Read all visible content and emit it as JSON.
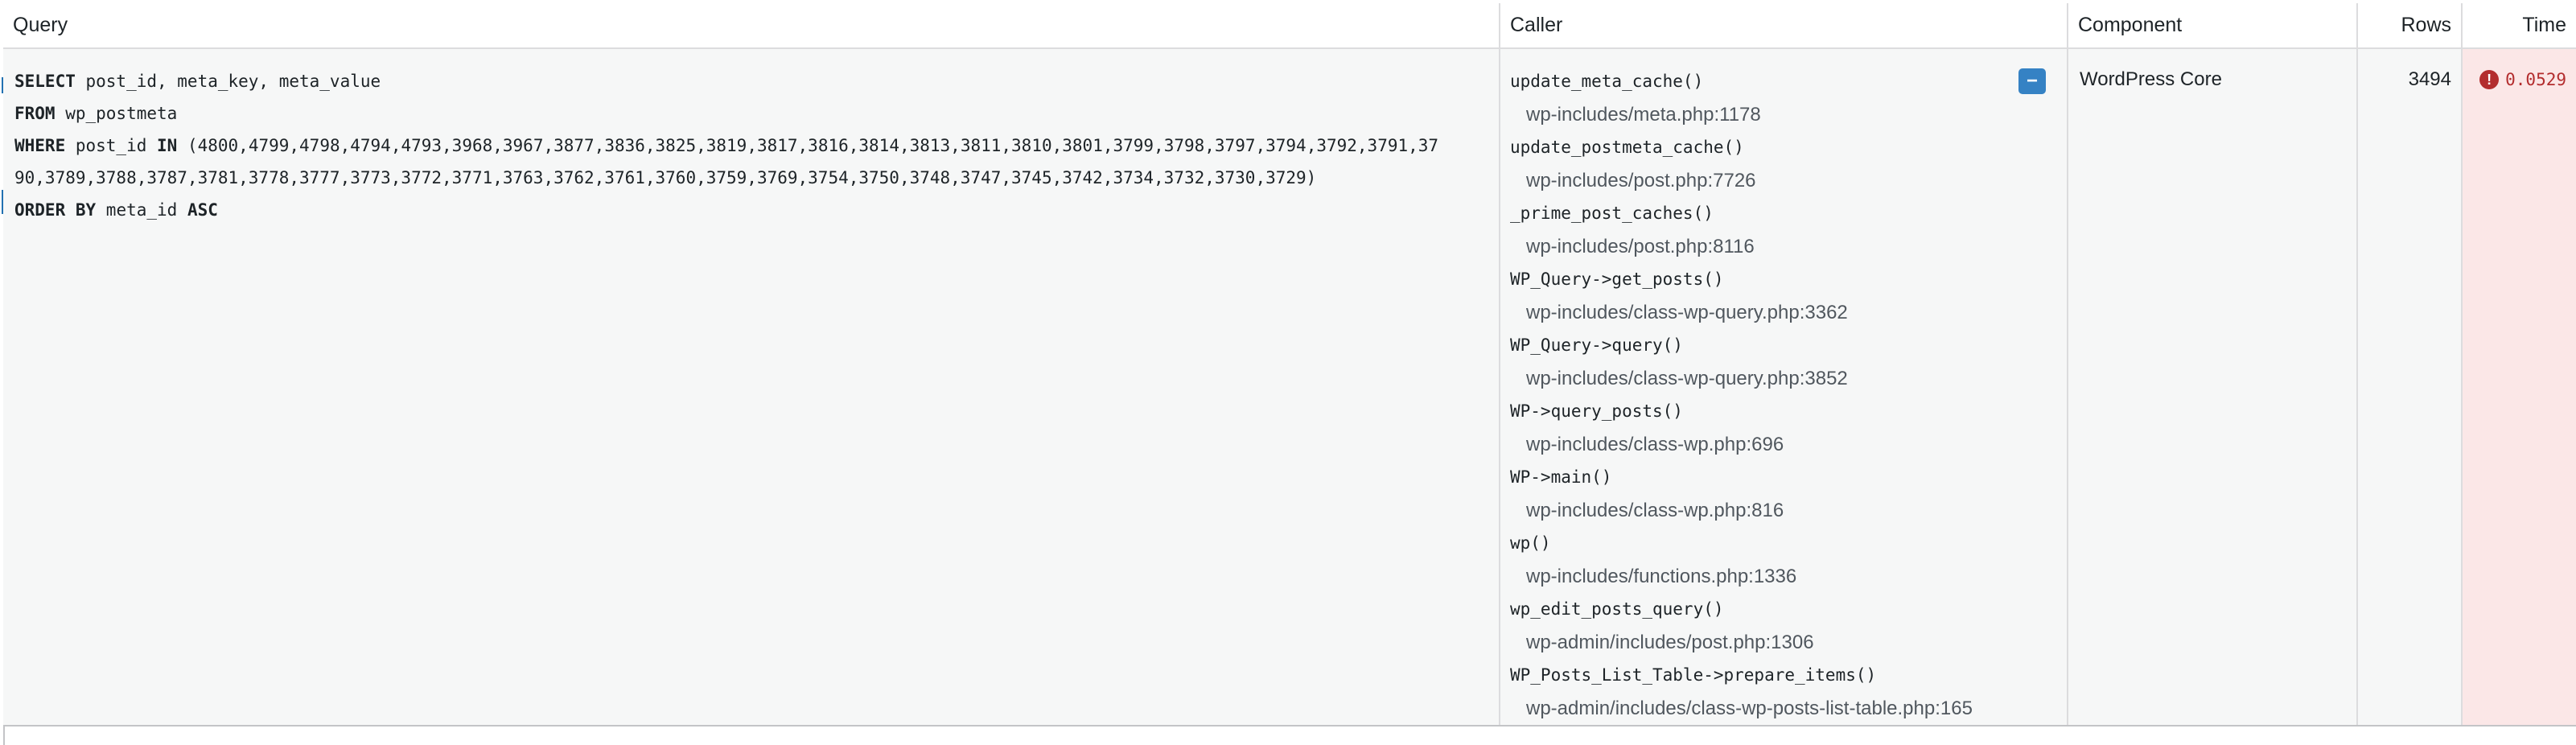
{
  "table": {
    "headers": {
      "query": "Query",
      "caller": "Caller",
      "component": "Component",
      "rows": "Rows",
      "time": "Time"
    },
    "row": {
      "query_lines": [
        {
          "keyword": "SELECT",
          "rest": " post_id, meta_key, meta_value"
        },
        {
          "keyword": "FROM",
          "rest": " wp_postmeta"
        },
        {
          "keyword": "WHERE",
          "rest": " post_id ",
          "keyword2": "IN",
          "rest2": " (4800,4799,4798,4794,4793,3968,3967,3877,3836,3825,3819,3817,3816,3814,3813,3811,3810,3801,3799,3798,3797,3794,3792,3791,37"
        },
        {
          "keyword": "",
          "rest": "90,3789,3788,3787,3781,3778,3777,3773,3772,3771,3763,3762,3761,3760,3759,3769,3754,3750,3748,3747,3745,3742,3734,3732,3730,3729)"
        },
        {
          "keyword": "ORDER BY",
          "rest": " meta_id ",
          "keyword2": "ASC",
          "rest2": ""
        }
      ],
      "toggle_label": "−",
      "caller_frames": [
        {
          "fn": "update_meta_cache()",
          "file": "wp-includes/meta.php:1178"
        },
        {
          "fn": "update_postmeta_cache()",
          "file": "wp-includes/post.php:7726"
        },
        {
          "fn": "_prime_post_caches()",
          "file": "wp-includes/post.php:8116"
        },
        {
          "fn": "WP_Query->get_posts()",
          "file": "wp-includes/class-wp-query.php:3362"
        },
        {
          "fn": "WP_Query->query()",
          "file": "wp-includes/class-wp-query.php:3852"
        },
        {
          "fn": "WP->query_posts()",
          "file": "wp-includes/class-wp.php:696"
        },
        {
          "fn": "WP->main()",
          "file": "wp-includes/class-wp.php:816"
        },
        {
          "fn": "wp()",
          "file": "wp-includes/functions.php:1336"
        },
        {
          "fn": "wp_edit_posts_query()",
          "file": "wp-admin/includes/post.php:1306"
        },
        {
          "fn": "WP_Posts_List_Table->prepare_items()",
          "file": "wp-admin/includes/class-wp-posts-list-table.php:165"
        }
      ],
      "component": "WordPress Core",
      "rows": "3494",
      "time": "0.0529",
      "time_icon": "error-icon"
    }
  },
  "colors": {
    "toggle": "#3582c4",
    "error": "#b32d2e",
    "time_bg": "#fbe7e7"
  }
}
